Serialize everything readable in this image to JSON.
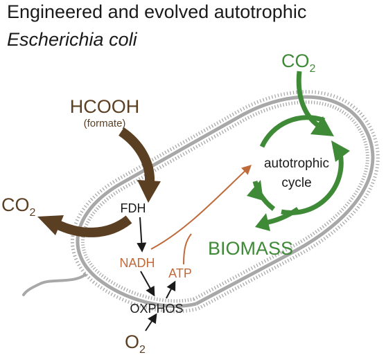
{
  "title": {
    "line1": "Engineered and evolved autotrophic",
    "line2": "Escherichia coli"
  },
  "diagram": {
    "co2_in": {
      "main": "CO",
      "sub": "2"
    },
    "co2_out": {
      "main": "CO",
      "sub": "2"
    },
    "o2": {
      "main": "O",
      "sub": "2"
    },
    "hcooh": "HCOOH",
    "formate": "(formate)",
    "fdh": "FDH",
    "nadh": "NADH",
    "atp": "ATP",
    "oxphos": "OXPHOS",
    "cycle_line1": "autotrophic",
    "cycle_line2": "cycle",
    "biomass": "BIOMASS"
  },
  "colors": {
    "brown": "#5b3f22",
    "green": "#3f8a37",
    "orange": "#c06a3a",
    "membrane": "#a8a8a8",
    "text": "#1a1a1a"
  }
}
